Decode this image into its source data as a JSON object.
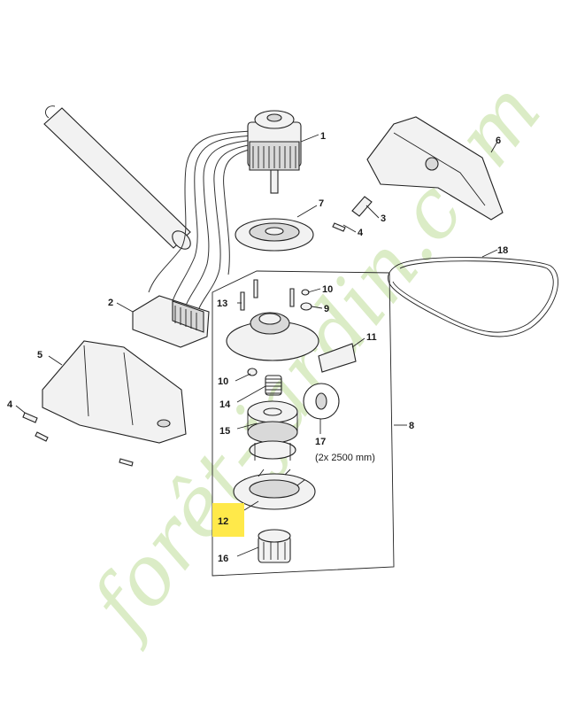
{
  "diagram": {
    "watermark": "forêt-jardin.com",
    "highlight_color": "#ffe94a",
    "watermark_color": "#cfe6b3",
    "callouts": {
      "c1": "1",
      "c2": "2",
      "c3": "3",
      "c4a": "4",
      "c4b": "4",
      "c5": "5",
      "c6": "6",
      "c7": "7",
      "c8": "8",
      "c9": "9",
      "c10a": "10",
      "c10b": "10",
      "c11": "11",
      "c12": "12",
      "c13": "13",
      "c14": "14",
      "c15": "15",
      "c16": "16",
      "c17": "17",
      "c18": "18"
    },
    "line_note": "(2x 2500 mm)"
  }
}
